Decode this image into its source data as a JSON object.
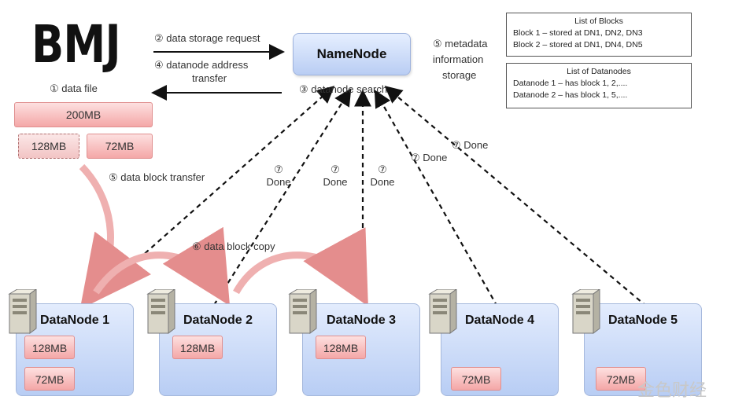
{
  "logo": "BMJ",
  "data_file": {
    "label": "① data file",
    "total": "200MB",
    "parts": [
      "128MB",
      "72MB"
    ]
  },
  "steps": {
    "s2": "② data storage request",
    "s4_line1": "④ datanode address",
    "s4_line2": "transfer",
    "s3": "③ datanode search",
    "s5_meta_line1": "⑤ metadata",
    "s5_meta_line2": "information",
    "s5_meta_line3": "storage",
    "s5_block": "⑤ data block transfer",
    "s6": "⑥ data block copy",
    "done_num": "⑦",
    "done_word": "Done",
    "done_inline": "⑦ Done"
  },
  "namenode": {
    "label": "NameNode"
  },
  "block_list": {
    "title": "List of Blocks",
    "rows": [
      "Block 1 – stored at DN1, DN2, DN3",
      "Block 2 – stored at DN1, DN4, DN5"
    ]
  },
  "datanode_list": {
    "title": "List of Datanodes",
    "rows": [
      "Datanode 1 – has block 1, 2,....",
      "Datanode 2 – has block 1, 5,...."
    ]
  },
  "datanodes": [
    {
      "name": "DataNode 1",
      "blocks": [
        "128MB",
        "72MB"
      ]
    },
    {
      "name": "DataNode 2",
      "blocks": [
        "128MB"
      ]
    },
    {
      "name": "DataNode 3",
      "blocks": [
        "128MB"
      ]
    },
    {
      "name": "DataNode 4",
      "blocks": [
        "72MB"
      ]
    },
    {
      "name": "DataNode 5",
      "blocks": [
        "72MB"
      ]
    }
  ],
  "watermark": "金色财经",
  "colors": {
    "pink": "#f4a7a7",
    "node_blue": "#b9cdf3",
    "arrow": "#111111"
  }
}
